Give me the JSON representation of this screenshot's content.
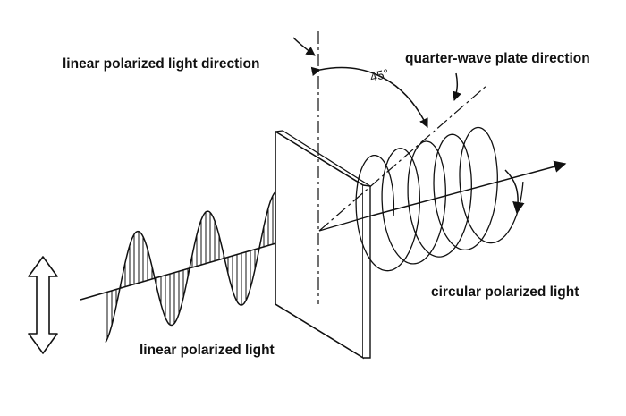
{
  "labels": {
    "linear_direction": "linear polarized light direction",
    "quarter_wave": "quarter-wave plate direction",
    "angle": "45°",
    "circular": "circular polarized light",
    "linear": "linear polarized light"
  },
  "colors": {
    "ink": "#111111",
    "background": "#ffffff"
  },
  "icons": {
    "double_arrow": "vertical-double-arrow-icon"
  }
}
